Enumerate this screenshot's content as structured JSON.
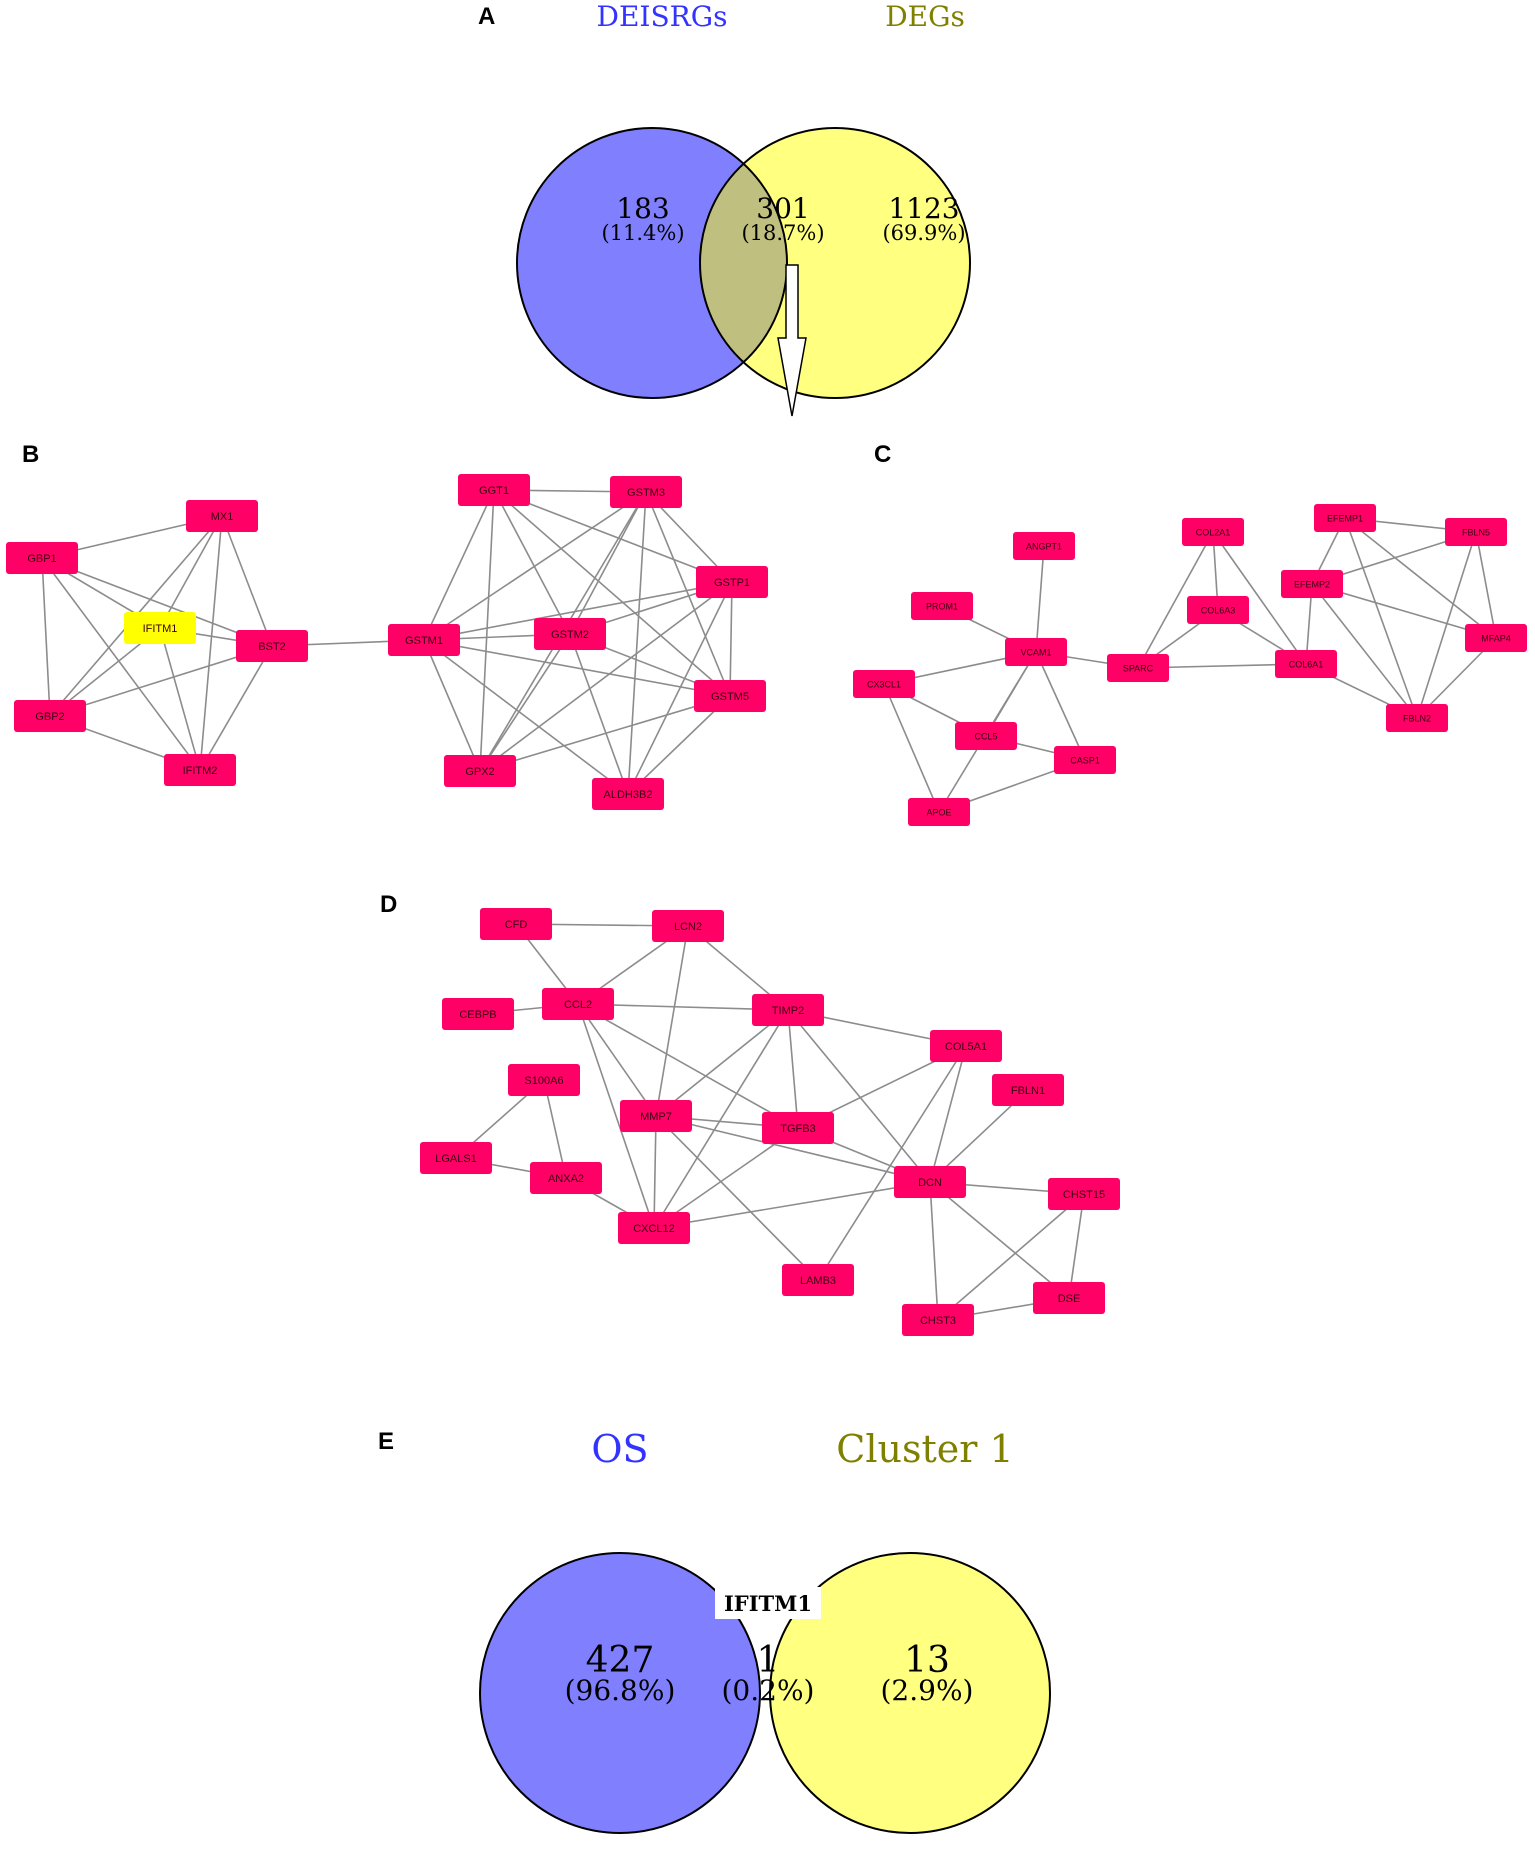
{
  "panels": {
    "a": "A",
    "b": "B",
    "c": "C",
    "d": "D",
    "e": "E"
  },
  "colors": {
    "left_set": "#8080ff",
    "right_set": "#ffff80",
    "overlap": "#bfbf80",
    "node": "#ff0066",
    "highlight_node": "#ffff00",
    "edge": "#8c8c8c",
    "left_title": "#3333ff",
    "right_title": "#808000"
  },
  "venn_a": {
    "left_title": "DEISRGs",
    "right_title": "DEGs",
    "left_count": "183",
    "left_pct": "(11.4%)",
    "overlap_count": "301",
    "overlap_pct": "(18.7%)",
    "right_count": "1123",
    "right_pct": "(69.9%)"
  },
  "venn_e": {
    "left_title": "OS",
    "right_title": "Cluster 1",
    "left_count": "427",
    "left_pct": "(96.8%)",
    "overlap_count": "1",
    "overlap_pct": "(0.2%)",
    "right_count": "13",
    "right_pct": "(2.9%)",
    "overlap_gene": "IFITM1"
  },
  "networks": {
    "B": {
      "nodes": [
        {
          "id": "MX1"
        },
        {
          "id": "GBP1"
        },
        {
          "id": "IFITM1",
          "highlight": true
        },
        {
          "id": "BST2"
        },
        {
          "id": "GBP2"
        },
        {
          "id": "IFITM2"
        },
        {
          "id": "GSTM1"
        },
        {
          "id": "GGT1"
        },
        {
          "id": "GSTM3"
        },
        {
          "id": "GSTP1"
        },
        {
          "id": "GSTM2"
        },
        {
          "id": "GSTM5"
        },
        {
          "id": "GPX2"
        },
        {
          "id": "ALDH3B2"
        }
      ],
      "edges": [
        [
          "MX1",
          "GBP1"
        ],
        [
          "MX1",
          "IFITM1"
        ],
        [
          "MX1",
          "BST2"
        ],
        [
          "MX1",
          "GBP2"
        ],
        [
          "MX1",
          "IFITM2"
        ],
        [
          "GBP1",
          "IFITM1"
        ],
        [
          "GBP1",
          "BST2"
        ],
        [
          "GBP1",
          "GBP2"
        ],
        [
          "GBP1",
          "IFITM2"
        ],
        [
          "IFITM1",
          "BST2"
        ],
        [
          "IFITM1",
          "GBP2"
        ],
        [
          "IFITM1",
          "IFITM2"
        ],
        [
          "BST2",
          "GBP2"
        ],
        [
          "BST2",
          "IFITM2"
        ],
        [
          "GBP2",
          "IFITM2"
        ],
        [
          "BST2",
          "GSTM1"
        ],
        [
          "GGT1",
          "GSTM3"
        ],
        [
          "GGT1",
          "GSTM1"
        ],
        [
          "GGT1",
          "GSTM2"
        ],
        [
          "GGT1",
          "GSTP1"
        ],
        [
          "GGT1",
          "GPX2"
        ],
        [
          "GGT1",
          "GSTM5"
        ],
        [
          "GSTM3",
          "GSTM1"
        ],
        [
          "GSTM3",
          "GSTM2"
        ],
        [
          "GSTM3",
          "GSTP1"
        ],
        [
          "GSTM3",
          "GSTM5"
        ],
        [
          "GSTM3",
          "GPX2"
        ],
        [
          "GSTM3",
          "ALDH3B2"
        ],
        [
          "GSTP1",
          "GSTM1"
        ],
        [
          "GSTP1",
          "GSTM2"
        ],
        [
          "GSTP1",
          "GSTM5"
        ],
        [
          "GSTP1",
          "GPX2"
        ],
        [
          "GSTP1",
          "ALDH3B2"
        ],
        [
          "GSTM1",
          "GSTM2"
        ],
        [
          "GSTM1",
          "GSTM5"
        ],
        [
          "GSTM1",
          "GPX2"
        ],
        [
          "GSTM1",
          "ALDH3B2"
        ],
        [
          "GSTM2",
          "GSTM5"
        ],
        [
          "GSTM2",
          "GPX2"
        ],
        [
          "GSTM2",
          "ALDH3B2"
        ],
        [
          "GSTM5",
          "GPX2"
        ],
        [
          "GSTM5",
          "ALDH3B2"
        ]
      ]
    },
    "C": {
      "nodes": [
        {
          "id": "ANGPT1"
        },
        {
          "id": "PROM1"
        },
        {
          "id": "VCAM1"
        },
        {
          "id": "CX3CL1"
        },
        {
          "id": "CCL5"
        },
        {
          "id": "CASP1"
        },
        {
          "id": "APOE"
        },
        {
          "id": "SPARC"
        },
        {
          "id": "COL2A1"
        },
        {
          "id": "COL6A3"
        },
        {
          "id": "COL6A1"
        },
        {
          "id": "EFEMP1"
        },
        {
          "id": "FBLN5"
        },
        {
          "id": "EFEMP2"
        },
        {
          "id": "MFAP4"
        },
        {
          "id": "FBLN2"
        }
      ],
      "edges": [
        [
          "ANGPT1",
          "VCAM1"
        ],
        [
          "PROM1",
          "VCAM1"
        ],
        [
          "VCAM1",
          "CX3CL1"
        ],
        [
          "VCAM1",
          "CCL5"
        ],
        [
          "VCAM1",
          "CASP1"
        ],
        [
          "VCAM1",
          "APOE"
        ],
        [
          "VCAM1",
          "SPARC"
        ],
        [
          "CX3CL1",
          "CCL5"
        ],
        [
          "CX3CL1",
          "APOE"
        ],
        [
          "CCL5",
          "CASP1"
        ],
        [
          "APOE",
          "CASP1"
        ],
        [
          "SPARC",
          "COL2A1"
        ],
        [
          "SPARC",
          "COL6A3"
        ],
        [
          "SPARC",
          "COL6A1"
        ],
        [
          "COL2A1",
          "COL6A3"
        ],
        [
          "COL2A1",
          "COL6A1"
        ],
        [
          "COL6A3",
          "COL6A1"
        ],
        [
          "COL6A1",
          "EFEMP2"
        ],
        [
          "COL6A1",
          "FBLN2"
        ],
        [
          "EFEMP1",
          "FBLN5"
        ],
        [
          "EFEMP1",
          "EFEMP2"
        ],
        [
          "EFEMP1",
          "MFAP4"
        ],
        [
          "EFEMP1",
          "FBLN2"
        ],
        [
          "FBLN5",
          "EFEMP2"
        ],
        [
          "FBLN5",
          "MFAP4"
        ],
        [
          "FBLN5",
          "FBLN2"
        ],
        [
          "EFEMP2",
          "MFAP4"
        ],
        [
          "EFEMP2",
          "FBLN2"
        ],
        [
          "MFAP4",
          "FBLN2"
        ]
      ]
    },
    "D": {
      "nodes": [
        {
          "id": "CFD"
        },
        {
          "id": "LCN2"
        },
        {
          "id": "CEBPB"
        },
        {
          "id": "CCL2"
        },
        {
          "id": "TIMP2"
        },
        {
          "id": "COL5A1"
        },
        {
          "id": "FBLN1"
        },
        {
          "id": "S100A6"
        },
        {
          "id": "MMP7"
        },
        {
          "id": "TGFB3"
        },
        {
          "id": "LGALS1"
        },
        {
          "id": "ANXA2"
        },
        {
          "id": "DCN"
        },
        {
          "id": "CHST15"
        },
        {
          "id": "CXCL12"
        },
        {
          "id": "LAMB3"
        },
        {
          "id": "DSE"
        },
        {
          "id": "CHST3"
        }
      ],
      "edges": [
        [
          "CFD",
          "LCN2"
        ],
        [
          "CFD",
          "CCL2"
        ],
        [
          "CEBPB",
          "CCL2"
        ],
        [
          "CCL2",
          "LCN2"
        ],
        [
          "LCN2",
          "TIMP2"
        ],
        [
          "LCN2",
          "MMP7"
        ],
        [
          "CCL2",
          "TIMP2"
        ],
        [
          "CCL2",
          "MMP7"
        ],
        [
          "CCL2",
          "TGFB3"
        ],
        [
          "CCL2",
          "CXCL12"
        ],
        [
          "TIMP2",
          "COL5A1"
        ],
        [
          "TIMP2",
          "MMP7"
        ],
        [
          "TIMP2",
          "TGFB3"
        ],
        [
          "TIMP2",
          "DCN"
        ],
        [
          "TIMP2",
          "CXCL12"
        ],
        [
          "COL5A1",
          "TGFB3"
        ],
        [
          "COL5A1",
          "DCN"
        ],
        [
          "COL5A1",
          "LAMB3"
        ],
        [
          "FBLN1",
          "DCN"
        ],
        [
          "S100A6",
          "LGALS1"
        ],
        [
          "S100A6",
          "ANXA2"
        ],
        [
          "LGALS1",
          "ANXA2"
        ],
        [
          "ANXA2",
          "CXCL12"
        ],
        [
          "MMP7",
          "TGFB3"
        ],
        [
          "MMP7",
          "CXCL12"
        ],
        [
          "MMP7",
          "LAMB3"
        ],
        [
          "MMP7",
          "DCN"
        ],
        [
          "TGFB3",
          "DCN"
        ],
        [
          "TGFB3",
          "CXCL12"
        ],
        [
          "CXCL12",
          "DCN"
        ],
        [
          "DCN",
          "CHST15"
        ],
        [
          "DCN",
          "DSE"
        ],
        [
          "DCN",
          "CHST3"
        ],
        [
          "CHST15",
          "DSE"
        ],
        [
          "CHST15",
          "CHST3"
        ],
        [
          "DSE",
          "CHST3"
        ]
      ]
    }
  }
}
